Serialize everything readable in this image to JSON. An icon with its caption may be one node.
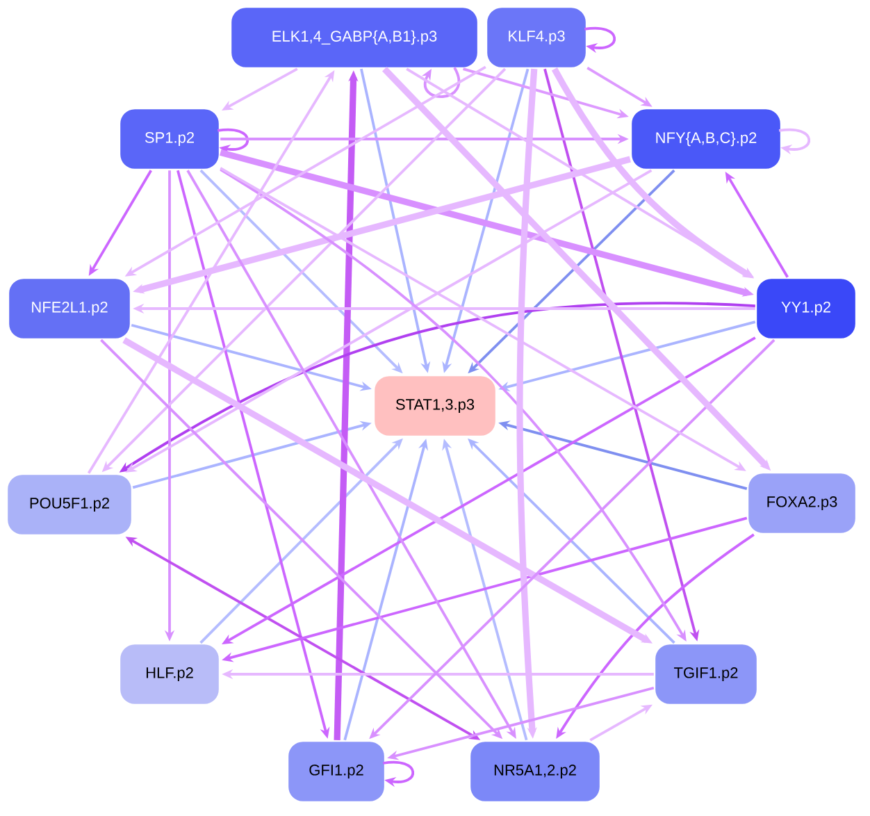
{
  "diagram": {
    "nodes": [
      {
        "text": [
          "ELK1,4_GABP{A,B1}.p3"
        ]
      },
      {
        "text": [
          "KLF4.p3"
        ]
      },
      {
        "text": [
          "SP1.p2"
        ]
      },
      {
        "text": [
          "NFY{A,B,C}.p2"
        ]
      },
      {
        "text": [
          "NFE2L1.p2"
        ]
      },
      {
        "text": [
          "YY1.p2"
        ]
      },
      {
        "text": [
          "STAT1,3.p3"
        ]
      },
      {
        "text": [
          "POU5F1.p2"
        ]
      },
      {
        "text": [
          "FOXA2.p3"
        ]
      },
      {
        "text": [
          "HLF.p2"
        ]
      },
      {
        "text": [
          "TGIF1.p2"
        ]
      },
      {
        "text": [
          "GFI1.p2"
        ]
      },
      {
        "text": [
          "NR5A1,2.p2"
        ]
      }
    ],
    "edges": [
      {
        "from": 0,
        "to": 6,
        "arrow": "to",
        "color": "#aab4ff"
      },
      {
        "from": 1,
        "to": 6,
        "arrow": "to",
        "color": "#aab4ff"
      },
      {
        "from": 2,
        "to": 6,
        "arrow": "to",
        "color": "#b4bcff"
      },
      {
        "from": 3,
        "to": 6,
        "arrow": "to",
        "color": "#7f8ff0"
      },
      {
        "from": 4,
        "to": 6,
        "arrow": "to",
        "color": "#aab4ff"
      },
      {
        "from": 5,
        "to": 6,
        "arrow": "to",
        "color": "#aab4ff"
      },
      {
        "from": 7,
        "to": 6,
        "arrow": "to",
        "color": "#aab4ff"
      },
      {
        "from": 8,
        "to": 6,
        "arrow": "to",
        "color": "#7f8ff0"
      },
      {
        "from": 9,
        "to": 6,
        "arrow": "to",
        "color": "#b4bcff"
      },
      {
        "from": 10,
        "to": 6,
        "arrow": "to",
        "color": "#aab4ff"
      },
      {
        "from": 11,
        "to": 6,
        "arrow": "to",
        "color": "#aab4ff"
      },
      {
        "from": 12,
        "to": 6,
        "arrow": "to",
        "color": "#b4bcff"
      },
      {
        "from": 11,
        "to": 0,
        "arrow": "to",
        "style": "thick",
        "color": "#c45cf5"
      },
      {
        "from": 5,
        "to": 7,
        "arrow": "to",
        "color": "#b040f0"
      },
      {
        "from": 5,
        "to": 3,
        "arrow": "to",
        "color": "#cc66ff"
      },
      {
        "from": 2,
        "to": 4,
        "arrow": "to",
        "color": "#cc66ff"
      },
      {
        "from": 2,
        "to": 9,
        "arrow": "to",
        "color": "#d890ff"
      },
      {
        "from": 2,
        "to": 11,
        "arrow": "to",
        "color": "#cc66ff"
      },
      {
        "from": 1,
        "to": 10,
        "arrow": "to",
        "color": "#c050f0"
      },
      {
        "from": 12,
        "to": 7,
        "arrow": "both",
        "color": "#c050f0"
      },
      {
        "from": 8,
        "to": 9,
        "arrow": "to",
        "color": "#cc66ff"
      },
      {
        "from": 8,
        "to": 12,
        "arrow": "to",
        "color": "#cc66ff"
      },
      {
        "from": 5,
        "to": 9,
        "arrow": "to",
        "color": "#cc66ff"
      },
      {
        "from": 1,
        "to": 3,
        "arrow": "to",
        "color": "#dd99ff"
      },
      {
        "from": 0,
        "to": 3,
        "arrow": "to",
        "color": "#dd99ff"
      },
      {
        "from": 1,
        "to": 1,
        "arrow": "to",
        "color": "#cc66ff"
      },
      {
        "from": 0,
        "to": 0,
        "arrow": "to",
        "color": "#d890ff"
      },
      {
        "from": 2,
        "to": 2,
        "arrow": "to",
        "color": "#cc66ff"
      },
      {
        "from": 3,
        "to": 3,
        "arrow": "to"
      },
      {
        "from": 11,
        "to": 11,
        "arrow": "to",
        "color": "#cc66ff"
      },
      {
        "from": 12,
        "to": 10,
        "arrow": "to"
      },
      {
        "from": 10,
        "to": 9,
        "arrow": "to"
      },
      {
        "from": 2,
        "to": 5,
        "arrow": "to",
        "style": "thick",
        "color": "#d890ff"
      },
      {
        "from": 2,
        "to": 3,
        "arrow": "to",
        "color": "#d890ff"
      },
      {
        "from": 0,
        "to": 5,
        "arrow": "to"
      },
      {
        "from": 1,
        "to": 5,
        "arrow": "to",
        "style": "thick"
      },
      {
        "from": 5,
        "to": 4,
        "arrow": "to"
      },
      {
        "from": 3,
        "to": 4,
        "arrow": "to",
        "style": "thick"
      },
      {
        "from": 0,
        "to": 2,
        "arrow": "to"
      },
      {
        "from": 3,
        "to": 7,
        "arrow": "to"
      },
      {
        "from": 1,
        "to": 7,
        "arrow": "to"
      },
      {
        "from": 2,
        "to": 12,
        "arrow": "to",
        "color": "#d890ff"
      },
      {
        "from": 4,
        "to": 10,
        "arrow": "to",
        "style": "thick"
      },
      {
        "from": 2,
        "to": 10,
        "arrow": "to",
        "color": "#d890ff"
      },
      {
        "from": 1,
        "to": 12,
        "arrow": "to",
        "style": "thick"
      },
      {
        "from": 10,
        "to": 11,
        "arrow": "to",
        "color": "#d890ff"
      },
      {
        "from": 5,
        "to": 11,
        "arrow": "to",
        "color": "#d890ff"
      },
      {
        "from": 2,
        "to": 8,
        "arrow": "to"
      },
      {
        "from": 0,
        "to": 8,
        "arrow": "to",
        "style": "thick"
      },
      {
        "from": 7,
        "to": 0,
        "arrow": "to"
      },
      {
        "from": 1,
        "to": 4,
        "arrow": "to"
      },
      {
        "from": 4,
        "to": 12,
        "arrow": "to",
        "color": "#d890ff"
      }
    ]
  }
}
